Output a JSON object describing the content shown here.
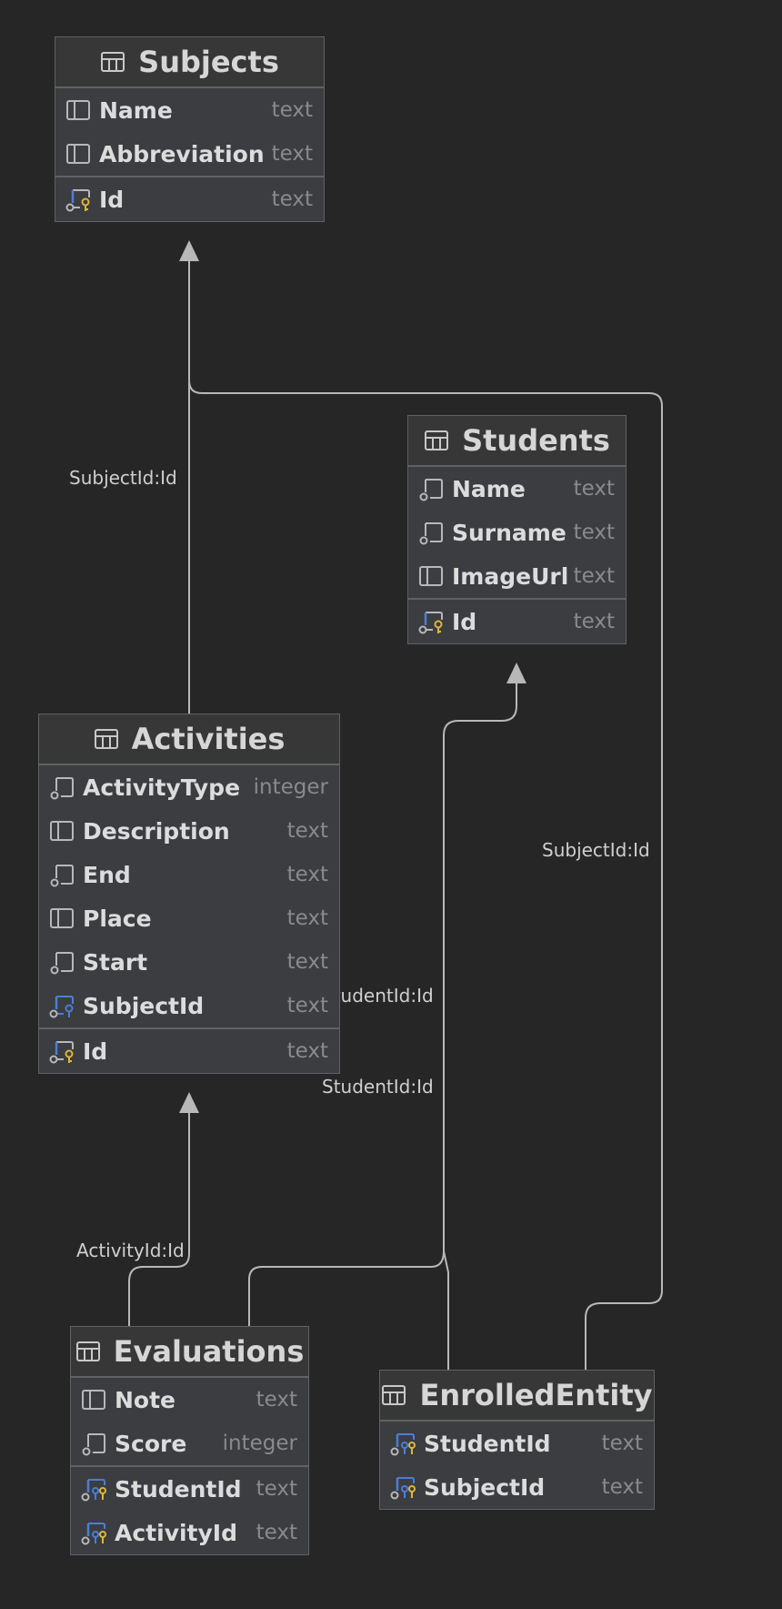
{
  "tables": [
    {
      "id": "subjects",
      "name": "Subjects",
      "columns": [
        {
          "name": "Name",
          "type": "text",
          "icon": "column-icon"
        },
        {
          "name": "Abbreviation",
          "type": "text",
          "icon": "column-icon"
        }
      ],
      "keys": [
        {
          "name": "Id",
          "type": "text",
          "icon": "primary-key-icon"
        }
      ]
    },
    {
      "id": "students",
      "name": "Students",
      "columns": [
        {
          "name": "Name",
          "type": "text",
          "icon": "not-null-column-icon"
        },
        {
          "name": "Surname",
          "type": "text",
          "icon": "not-null-column-icon"
        },
        {
          "name": "ImageUrl",
          "type": "text",
          "icon": "column-icon"
        }
      ],
      "keys": [
        {
          "name": "Id",
          "type": "text",
          "icon": "primary-key-icon"
        }
      ]
    },
    {
      "id": "activities",
      "name": "Activities",
      "columns": [
        {
          "name": "ActivityType",
          "type": "integer",
          "icon": "not-null-column-icon"
        },
        {
          "name": "Description",
          "type": "text",
          "icon": "column-icon"
        },
        {
          "name": "End",
          "type": "text",
          "icon": "not-null-column-icon"
        },
        {
          "name": "Place",
          "type": "text",
          "icon": "column-icon"
        },
        {
          "name": "Start",
          "type": "text",
          "icon": "not-null-column-icon"
        },
        {
          "name": "SubjectId",
          "type": "text",
          "icon": "foreign-key-icon"
        }
      ],
      "keys": [
        {
          "name": "Id",
          "type": "text",
          "icon": "primary-key-icon"
        }
      ]
    },
    {
      "id": "evaluations",
      "name": "Evaluations",
      "columns": [
        {
          "name": "Note",
          "type": "text",
          "icon": "column-icon"
        },
        {
          "name": "Score",
          "type": "integer",
          "icon": "not-null-column-icon"
        }
      ],
      "keys": [
        {
          "name": "StudentId",
          "type": "text",
          "icon": "primary-foreign-key-icon"
        },
        {
          "name": "ActivityId",
          "type": "text",
          "icon": "primary-foreign-key-icon"
        }
      ]
    },
    {
      "id": "enrolled-entity",
      "name": "EnrolledEntity",
      "columns": [],
      "keys": [
        {
          "name": "StudentId",
          "type": "text",
          "icon": "primary-foreign-key-icon"
        },
        {
          "name": "SubjectId",
          "type": "text",
          "icon": "primary-foreign-key-icon"
        }
      ]
    }
  ],
  "relationships": [
    {
      "id": "activities-subjects",
      "label": "SubjectId:Id"
    },
    {
      "id": "enrolled-subjects",
      "label": "SubjectId:Id"
    },
    {
      "id": "evaluations-students",
      "label": "StudentId:Id"
    },
    {
      "id": "enrolled-students",
      "label": "StudentId:Id"
    },
    {
      "id": "evaluations-activities",
      "label": "ActivityId:Id"
    }
  ],
  "colors": {
    "background": "#262626",
    "table_body": "#3b3d40",
    "table_header": "#373737",
    "border": "#5f6164",
    "connector": "#b8b8b8",
    "key_blue": "#4a7fd6",
    "key_gold": "#e0b43a"
  }
}
